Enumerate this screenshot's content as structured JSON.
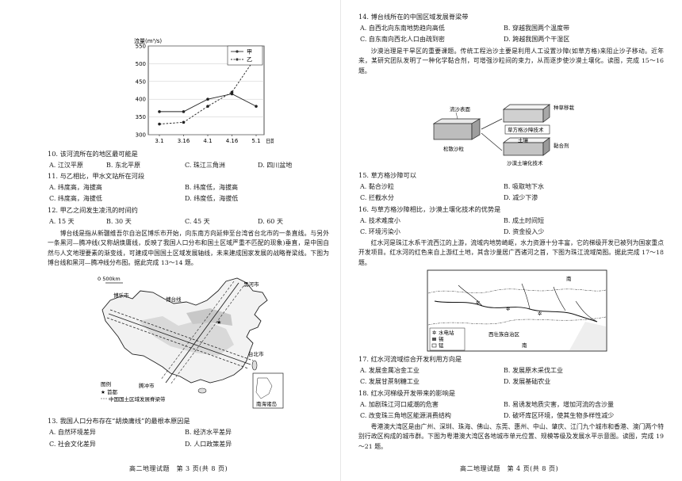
{
  "left": {
    "chart": {
      "ylabel": "流量(m³/s)",
      "yticks": [
        "550",
        "500",
        "450",
        "400",
        "350",
        "300"
      ],
      "xticks": [
        "3.1",
        "3.16",
        "4.1",
        "4.16",
        "5.1"
      ],
      "xlabel": "日期(月.日)",
      "legend": [
        "甲",
        "乙"
      ]
    },
    "q10": {
      "stem": "10. 该河流所在的地区最可能是",
      "options": [
        "A. 江汉平原",
        "B. 东北平原",
        "C. 珠江三角洲",
        "D. 四川盆地"
      ]
    },
    "q11": {
      "stem": "11. 与乙相比，甲水文站所在河段",
      "options": [
        "A. 纬度高，海拔高",
        "B. 纬度低，海拔高",
        "C. 纬度高，海拔低",
        "D. 纬度低，海拔低"
      ]
    },
    "q12": {
      "stem": "12. 甲乙之间发生凌汛的时间约",
      "options": [
        "A. 15 天",
        "B. 30 天",
        "C. 45 天",
        "D. 60 天"
      ]
    },
    "passage": [
      "博台线是指从新疆维吾尔自治区博乐市开始，向东南方向延伸至台湾省台北市的一条直线。与另外一条黑河—腾冲线(又称胡焕庸线，反映了我国人口分布和国土区域严重不匹配的现象)垂直，是中国自然与人文地理要素的渐变线，可建成中国国土区域发展轴线，未来建成国家发展的战略脊梁线。下图为博台线和黑河—腾冲线分布图。据此完成 13～14 题。"
    ],
    "map": {
      "scale": "0  500km",
      "labels": {
        "bole": "博乐市",
        "botai": "博台线",
        "heihe": "黑河市",
        "tengchong": "腾冲市",
        "taibei": "台北市"
      },
      "legend_title": "图例",
      "legend_capital": "首都",
      "legend_zone": "中国国土区域发展脊梁带",
      "inset": "南海诸岛"
    },
    "q13": {
      "stem": "13. 我国人口分布存在“胡焕庸线”的最根本原因是",
      "options": [
        "A. 自然环境差异",
        "B. 经济水平差异",
        "C. 社会文化差异",
        "D. 人口政策差异"
      ]
    },
    "footer": "高二地理试题　第 3 页(共 8 页)"
  },
  "right": {
    "q14": {
      "stem": "14. 博台线所在的中国区域发展脊梁带",
      "options": [
        "A. 自西北向东南地势趋向高低",
        "B. 穿越我国两个温度带",
        "C. 自东南向西北人口由疏到密",
        "D. 跨越我国两个干湿区"
      ]
    },
    "passage1": "沙漠治理是干旱区的重要课题。传统工程治沙主要是利用人工设置沙障(如草方格)来阻止沙子移动。近年来，某研究团队发明了一种化学黏合剂，可增强沙粒间的束力，从而逐步使沙漠土壤化。读图，完成 15～16 题。",
    "diagram": {
      "surface": "流沙表面",
      "loose": "松散沙粒",
      "plant": "种草移栽",
      "tech1": "草方格沙障技术",
      "soil": "土壤",
      "glue": "黏合剂",
      "tech2": "沙漠土壤化技术"
    },
    "q15": {
      "stem": "15. 草方格沙障可以",
      "options": [
        "A. 黏合沙粒",
        "B. 吸取地下水",
        "C. 拦截水分",
        "D. 减少下渗"
      ]
    },
    "q16": {
      "stem": "16. 与草方格沙障相比，沙漠土壤化技术的优势是",
      "options": [
        "A. 技术难度小",
        "B. 成土时间短",
        "C. 环境污染小",
        "D. 资金投入少"
      ]
    },
    "passage2": "红水河是珠江水系干流西江的上游，流域内地势崎岖，水力资源十分丰富，它的梯级开发已被列为国家重点开发项目。红水河的红色来自上游红土地，其含沙量居广西诸河之首，下图为珠江流域简图。据此完成 17～18 题。",
    "map2": {
      "south_sea": "南",
      "guangxi": "西壮族自治区",
      "legend1": "水电站",
      "legend2": "锡",
      "legend3": "锰",
      "nan": "南"
    },
    "q17": {
      "stem": "17. 红水河流域综合开发利用方向是",
      "options": [
        "A. 发展金属冶金工业",
        "B. 发展原木采伐工业",
        "C. 发展甘蔗制糖工业",
        "D. 发展基础农业"
      ]
    },
    "q18": {
      "stem": "18. 红水河梯级开发带来的影响是",
      "options": [
        "A. 加剧珠江河口咸潮的危害",
        "B. 易诱发地质灾害，增加河流的含沙量",
        "C. 改变珠三角地区能源消费结构",
        "D. 破坏库区环境，使其生物多样性减少"
      ]
    },
    "passage3": "粤港澳大湾区是由广州、深圳、珠海、佛山、东莞、惠州、中山、肇庆、江门九个城市和香港、澳门两个特别行政区构成的城市群。下图为粤港澳大湾区各地城市单元位置、规模等级及发展水平示意图。读图，完成 19～21 题。",
    "footer": "高二地理试题　第 4 页(共 8 页)"
  },
  "chart_data": {
    "type": "line",
    "title": "",
    "xlabel": "日期(月.日)",
    "ylabel": "流量(m³/s)",
    "categories": [
      "3.1",
      "3.16",
      "4.1",
      "4.16",
      "5.1"
    ],
    "ylim": [
      300,
      550
    ],
    "series": [
      {
        "name": "甲",
        "values": [
          365,
          365,
          400,
          415,
          380
        ],
        "style": "solid"
      },
      {
        "name": "乙",
        "values": [
          330,
          335,
          380,
          420,
          520
        ],
        "style": "dashed"
      }
    ]
  }
}
